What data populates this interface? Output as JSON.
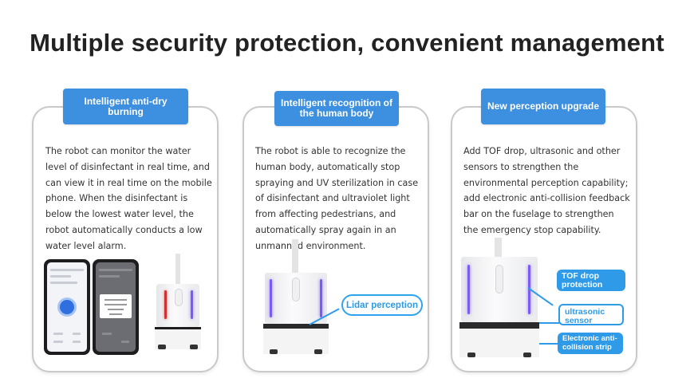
{
  "title": "Multiple security protection, convenient management",
  "cards": [
    {
      "tag": "Intelligent anti-dry burning",
      "desc": "The robot can monitor the water level of disinfectant in real time, and can view it in real time on the mobile phone. When the disinfectant is below the lowest water level, the robot automatically conducts a low water level alarm."
    },
    {
      "tag": "Intelligent recognition of the human body",
      "desc": "The robot is able to recognize the human body, automatically stop spraying and UV sterilization in case of disinfectant and ultraviolet light from affecting pedestrians, and automatically spray again in an unmanned environment."
    },
    {
      "tag": "New perception upgrade",
      "desc": "Add TOF drop, ultrasonic and other sensors to strengthen the environmental perception capability; add electronic anti-collision feedback bar on the fuselage to strengthen the emergency stop capability."
    }
  ],
  "callouts": {
    "lidar": "Lidar perception",
    "tof": "TOF drop protection sensor",
    "ultrasonic": "ultrasonic sensor",
    "collision": "Electronic anti-collision strip"
  },
  "colors": {
    "accent": "#3d8fe0",
    "callout": "#2f9be8",
    "uv_light": "#7b5cf0"
  }
}
